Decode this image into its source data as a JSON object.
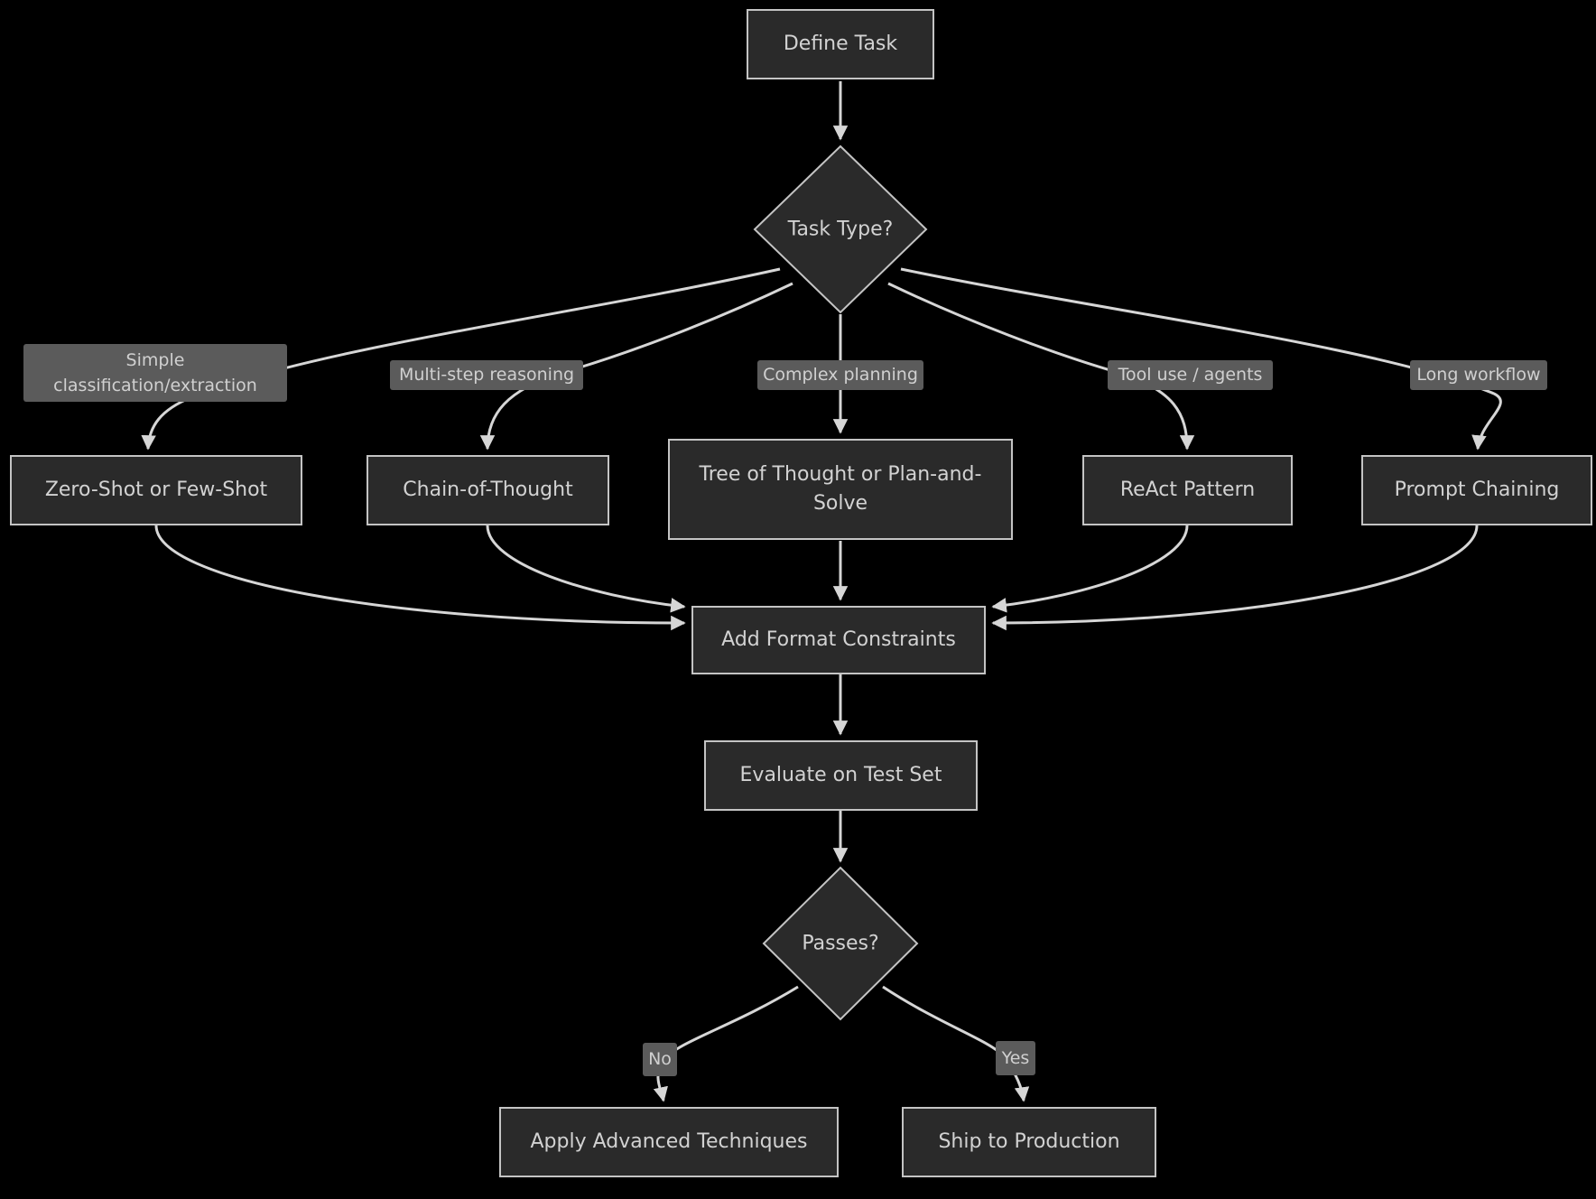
{
  "diagram": {
    "type": "flowchart",
    "colors": {
      "background": "#000000",
      "node_fill": "#2a2a2a",
      "node_border": "#c4c4c4",
      "node_text": "#d2d2d2",
      "edge_label_bg": "#5b5b5b",
      "edge_label_text": "#d0d0d0",
      "edge_line": "#d6d6d6"
    },
    "nodes": {
      "define_task": {
        "label": "Define Task",
        "shape": "rect"
      },
      "task_type": {
        "label": "Task Type?",
        "shape": "diamond"
      },
      "zero_shot": {
        "label": "Zero-Shot or Few-Shot",
        "shape": "rect"
      },
      "chain_of_thought": {
        "label": "Chain-of-Thought",
        "shape": "rect"
      },
      "tree_of_thought": {
        "label": "Tree of Thought or Plan-and-Solve",
        "shape": "rect"
      },
      "react_pattern": {
        "label": "ReAct Pattern",
        "shape": "rect"
      },
      "prompt_chaining": {
        "label": "Prompt Chaining",
        "shape": "rect"
      },
      "add_format_constraints": {
        "label": "Add Format Constraints",
        "shape": "rect"
      },
      "evaluate_test_set": {
        "label": "Evaluate on Test Set",
        "shape": "rect"
      },
      "passes": {
        "label": "Passes?",
        "shape": "diamond"
      },
      "apply_advanced": {
        "label": "Apply Advanced Techniques",
        "shape": "rect"
      },
      "ship_production": {
        "label": "Ship to Production",
        "shape": "rect"
      }
    },
    "edge_labels": {
      "simple_classification": "Simple classification/extraction",
      "multi_step": "Multi-step reasoning",
      "complex_planning": "Complex planning",
      "tool_use": "Tool use / agents",
      "long_workflow": "Long workflow",
      "no": "No",
      "yes": "Yes"
    },
    "edges": [
      {
        "from": "define_task",
        "to": "task_type",
        "label": ""
      },
      {
        "from": "task_type",
        "to": "zero_shot",
        "label": "Simple classification/extraction"
      },
      {
        "from": "task_type",
        "to": "chain_of_thought",
        "label": "Multi-step reasoning"
      },
      {
        "from": "task_type",
        "to": "tree_of_thought",
        "label": "Complex planning"
      },
      {
        "from": "task_type",
        "to": "react_pattern",
        "label": "Tool use / agents"
      },
      {
        "from": "task_type",
        "to": "prompt_chaining",
        "label": "Long workflow"
      },
      {
        "from": "zero_shot",
        "to": "add_format_constraints",
        "label": ""
      },
      {
        "from": "chain_of_thought",
        "to": "add_format_constraints",
        "label": ""
      },
      {
        "from": "tree_of_thought",
        "to": "add_format_constraints",
        "label": ""
      },
      {
        "from": "react_pattern",
        "to": "add_format_constraints",
        "label": ""
      },
      {
        "from": "prompt_chaining",
        "to": "add_format_constraints",
        "label": ""
      },
      {
        "from": "add_format_constraints",
        "to": "evaluate_test_set",
        "label": ""
      },
      {
        "from": "evaluate_test_set",
        "to": "passes",
        "label": ""
      },
      {
        "from": "passes",
        "to": "apply_advanced",
        "label": "No"
      },
      {
        "from": "passes",
        "to": "ship_production",
        "label": "Yes"
      }
    ]
  }
}
